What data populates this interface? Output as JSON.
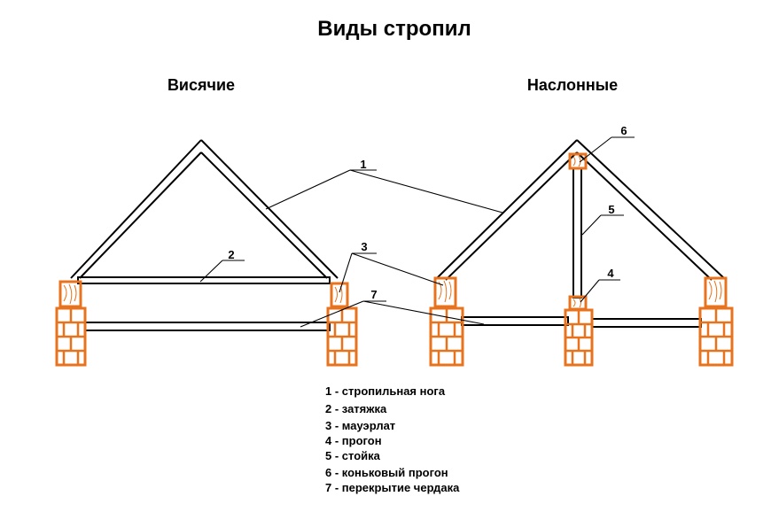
{
  "title": "Виды стропил",
  "left_label": "Висячие",
  "right_label": "Наслонные",
  "callouts": {
    "n1": "1",
    "n2": "2",
    "n3": "3",
    "n4": "4",
    "n5": "5",
    "n6": "6",
    "n7": "7"
  },
  "legend": [
    "1 - стропильная нога",
    "2 - затяжка",
    "3 - мауэрлат",
    "4 - прогон",
    "5 - стойка",
    "6 - коньковый прогон",
    "7 - перекрытие чердака"
  ],
  "colors": {
    "brick": "#e8731c",
    "lines": "#000000"
  }
}
